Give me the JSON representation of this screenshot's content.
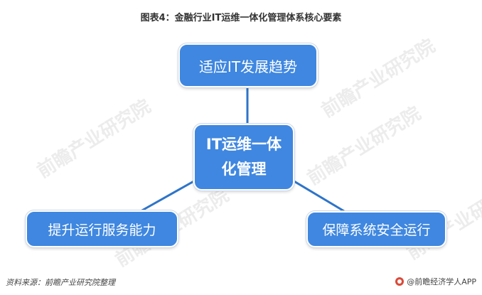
{
  "title": "图表4：金融行业IT运维一体化管理体系核心要素",
  "colors": {
    "node_fill": "#3f87e0",
    "connector": "#2e74c9"
  },
  "nodes": {
    "top": "适应IT发展趋势",
    "center": "IT运维一体化管理",
    "left": "提升运行服务能力",
    "right": "保障系统安全运行"
  },
  "source": "资料来源：前瞻产业研究院整理",
  "brand": {
    "icon": "qianzhan-logo-icon",
    "text": "@前瞻经济学人APP"
  },
  "watermark": "前瞻产业研究院"
}
